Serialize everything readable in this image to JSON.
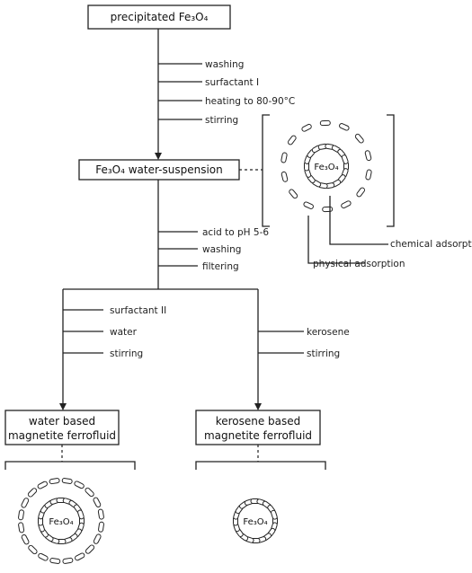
{
  "boxes": {
    "precipitated": "precipitated Fe₃O₄",
    "suspension": "Fe₃O₄ water-suspension",
    "water_based": [
      "water based",
      "magnetite ferrofluid"
    ],
    "kerosene_based": [
      "kerosene based",
      "magnetite ferrofluid"
    ]
  },
  "steps": {
    "stage1": [
      "washing",
      "surfactant I",
      "heating to 80-90°C",
      "stirring"
    ],
    "stage2": [
      "acid to pH 5-6",
      "washing",
      "filtering"
    ],
    "water_branch": [
      "surfactant II",
      "water",
      "stirring"
    ],
    "kerosene_branch": [
      "kerosene",
      "stirring"
    ]
  },
  "adsorption": {
    "chemical": "chemical adsorption",
    "physical": "physical adsorption"
  },
  "core_label": "Fe₃O₄",
  "colors": {
    "ink": "#222222",
    "paper": "#ffffff"
  }
}
